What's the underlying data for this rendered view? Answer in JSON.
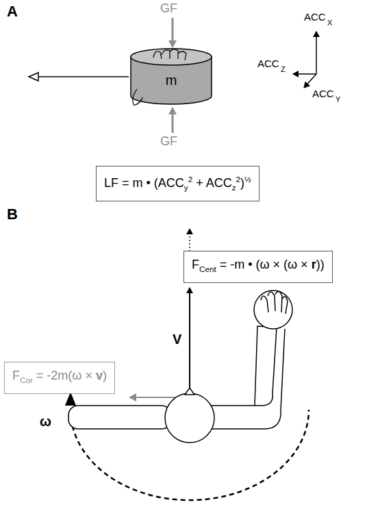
{
  "diagram": {
    "nodes": [
      {
        "text": [
          "m"
        ]
      },
      {
        "text": [
          "LF = m • (ACC",
          "y",
          "2",
          " + ACC",
          "z",
          "2",
          ")",
          "½"
        ]
      },
      {
        "text": [
          "F",
          "Cent",
          " = -m • (ω × (ω × ",
          "r",
          "))"
        ]
      },
      {
        "text": [
          "F",
          "Cor",
          " = -2m(ω × ",
          "v",
          ")"
        ]
      }
    ],
    "labels": [
      "A",
      "GF",
      "GF",
      "ACC",
      "X",
      "ACC",
      "Z",
      "ACC",
      "Y",
      "B",
      "V",
      "ω"
    ]
  }
}
